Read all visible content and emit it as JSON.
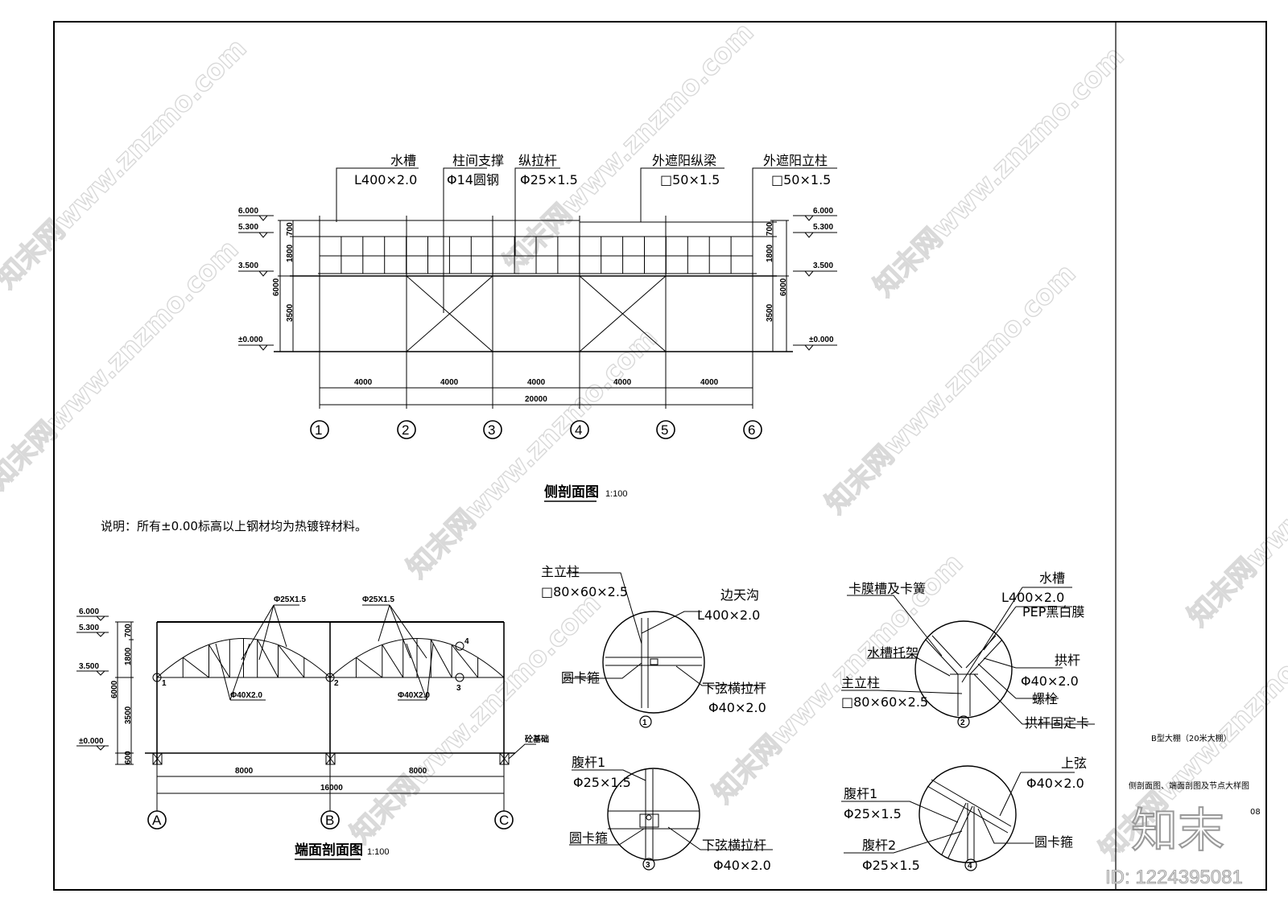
{
  "side": {
    "labels": [
      {
        "name": "水槽",
        "spec": "L400×2.0"
      },
      {
        "name": "柱间支撑",
        "spec": "Φ14圆钢"
      },
      {
        "name": "纵拉杆",
        "spec": "Φ25×1.5"
      },
      {
        "name": "外遮阳纵梁",
        "spec": "□50×1.5"
      },
      {
        "name": "外遮阳立柱",
        "spec": "□50×1.5"
      }
    ],
    "levels": [
      "6.000",
      "5.300",
      "3.500",
      "±0.000"
    ],
    "vdims": [
      "700",
      "1800",
      "3500",
      "6000"
    ],
    "spans": [
      "4000",
      "4000",
      "4000",
      "4000",
      "4000"
    ],
    "total": "20000",
    "axes": [
      "1",
      "2",
      "3",
      "4",
      "5",
      "6"
    ],
    "title": "侧剖面图",
    "scale": "1:100"
  },
  "note": "说明：所有±0.00标高以上钢材均为热镀锌材料。",
  "end": {
    "levels": [
      "6.000",
      "5.300",
      "3.500",
      "±0.000"
    ],
    "vdims": [
      "700",
      "1800",
      "3500",
      "6000",
      "600"
    ],
    "top_pipe": "Φ25X1.5",
    "low_pipe": "Φ40X2.0",
    "nodes": [
      "1",
      "2",
      "3",
      "4"
    ],
    "foundation": "砼基础",
    "spans": [
      "8000",
      "8000"
    ],
    "total": "16000",
    "axes": [
      "A",
      "B",
      "C"
    ],
    "title": "端面剖面图",
    "scale": "1:100"
  },
  "d1": {
    "col": "主立柱",
    "col_spec": "□80×60×2.5",
    "gutter": "边天沟",
    "gutter_spec": "L400×2.0",
    "clamp": "圆卡箍",
    "tie": "下弦横拉杆",
    "tie_spec": "Φ40×2.0",
    "num": "1"
  },
  "d2": {
    "film": "卡膜槽及卡簧",
    "gutter": "水槽",
    "gutter_spec": "L400×2.0",
    "pep": "PEP黑白膜",
    "bracket": "水槽托架",
    "arch": "拱杆",
    "arch_spec": "Φ40×2.0",
    "col": "主立柱",
    "col_spec": "□80×60×2.5",
    "bolt": "螺栓",
    "fix": "拱杆固定卡",
    "num": "2"
  },
  "d3": {
    "web": "腹杆1",
    "web_spec": "Φ25×1.5",
    "clamp": "圆卡箍",
    "tie": "下弦横拉杆",
    "tie_spec": "Φ40×2.0",
    "num": "3"
  },
  "d4": {
    "chord": "上弦",
    "chord_spec": "Φ40×2.0",
    "web1": "腹杆1",
    "web1_spec": "Φ25×1.5",
    "web2": "腹杆2",
    "web2_spec": "Φ25×1.5",
    "clamp": "圆卡箍",
    "num": "4"
  },
  "titleblock": {
    "project": "B型大棚（20米大棚）",
    "drawing": "侧剖面图、端面剖图及节点大样图",
    "sheet": "08"
  },
  "brand": "知末",
  "id_text": "ID: 1224395081",
  "watermark": "知末网www.znzmo.com"
}
